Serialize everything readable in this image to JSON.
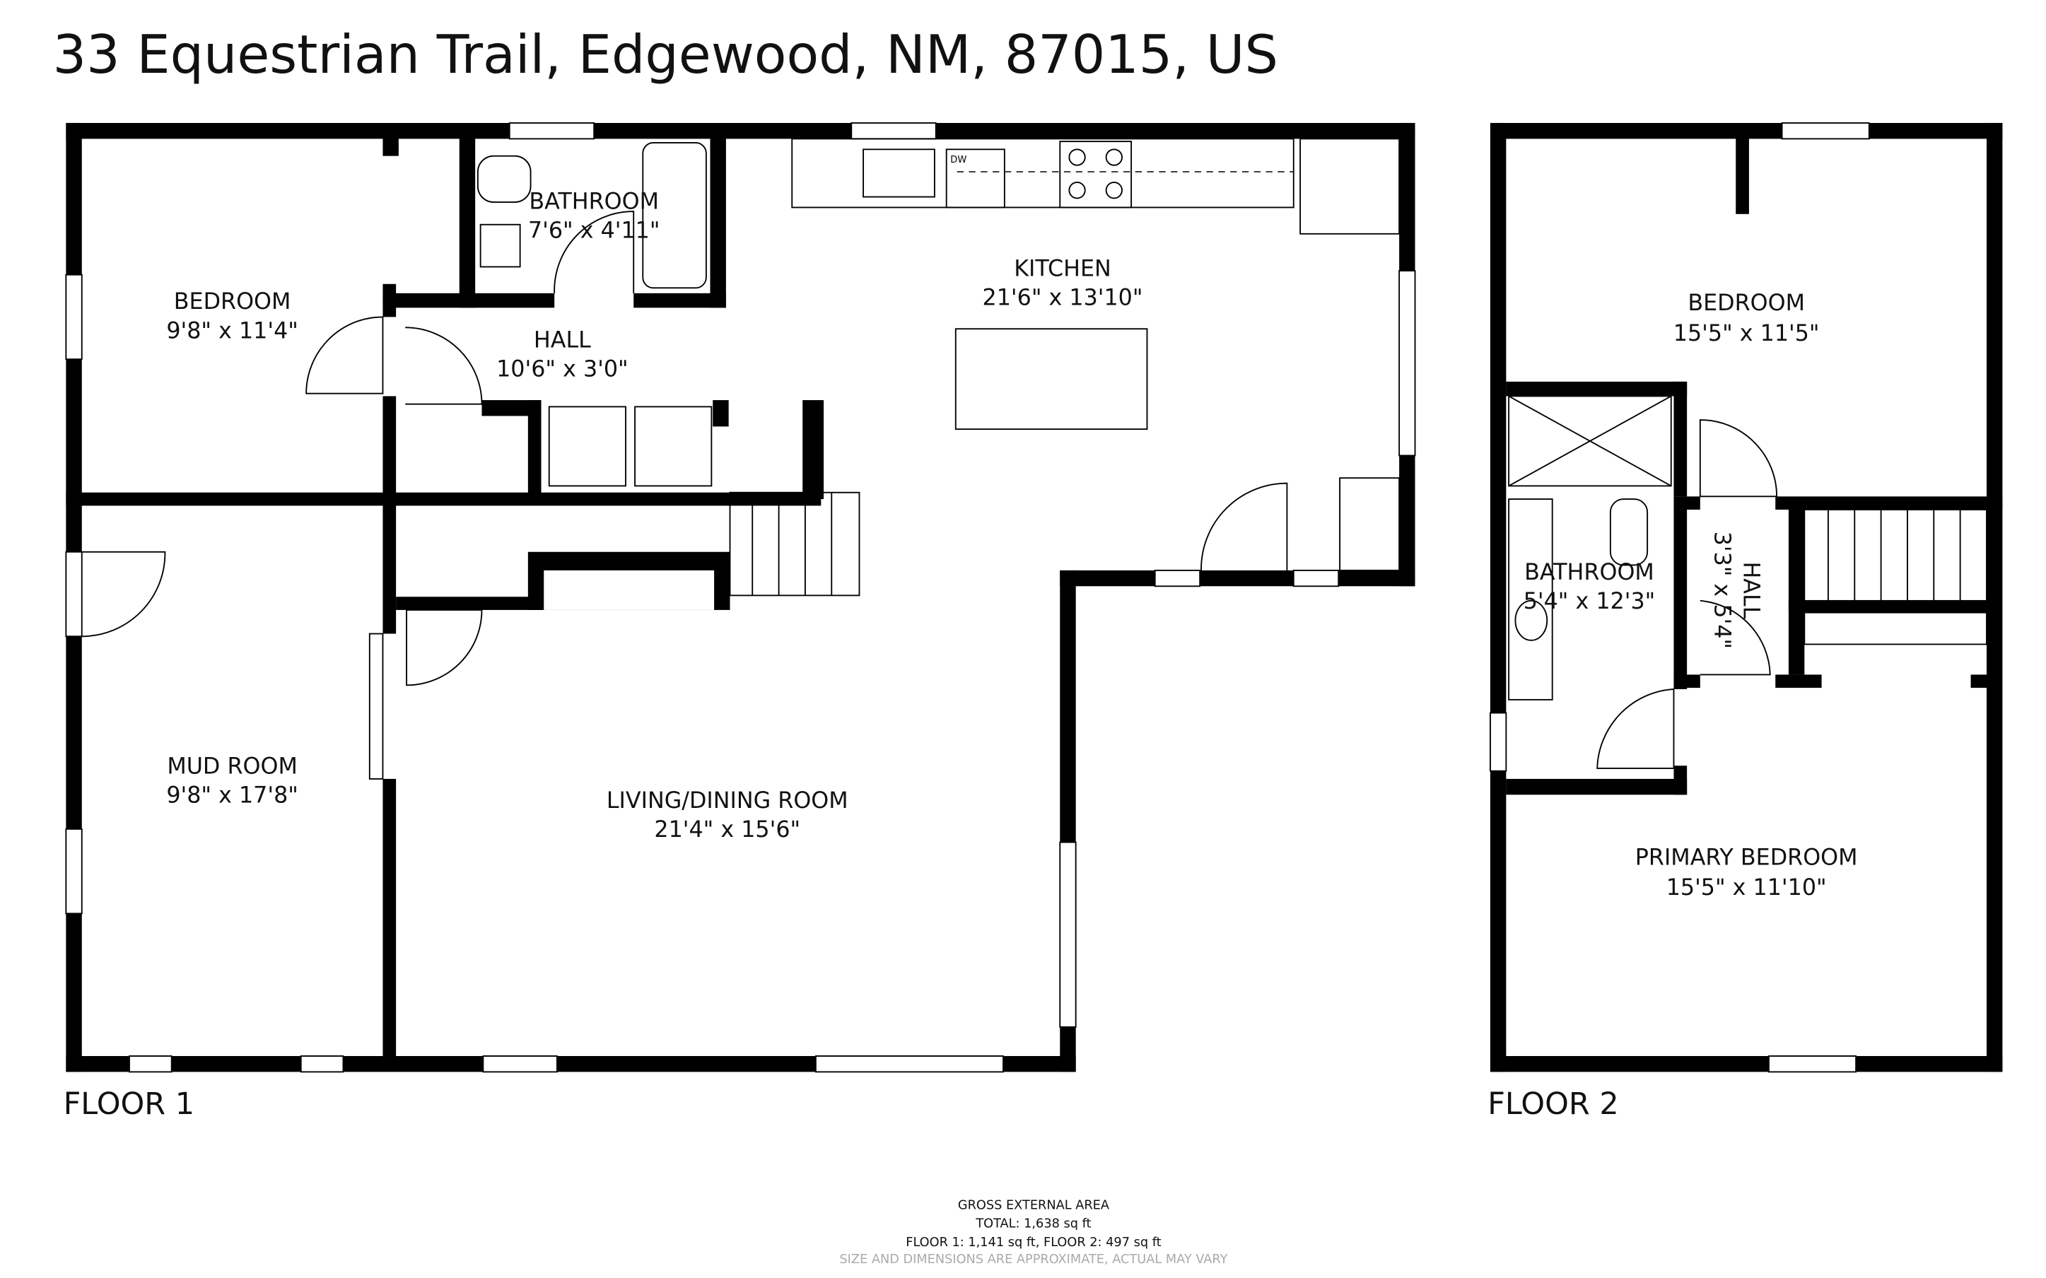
{
  "title": "33 Equestrian Trail, Edgewood, NM, 87015, US",
  "floor1": {
    "label": "FLOOR 1",
    "rooms": [
      {
        "name": "BEDROOM",
        "dims": "9'8\" x 11'4\""
      },
      {
        "name": "BATHROOM",
        "dims": "7'6\" x 4'11\""
      },
      {
        "name": "HALL",
        "dims": "10'6\" x 3'0\""
      },
      {
        "name": "KITCHEN",
        "dims": "21'6\" x 13'10\""
      },
      {
        "name": "MUD ROOM",
        "dims": "9'8\" x 17'8\""
      },
      {
        "name": "LIVING/DINING ROOM",
        "dims": "21'4\" x 15'6\""
      }
    ],
    "appliance_label": "DW"
  },
  "floor2": {
    "label": "FLOOR 2",
    "rooms": [
      {
        "name": "BEDROOM",
        "dims": "15'5\" x 11'5\""
      },
      {
        "name": "BATHROOM",
        "dims": "5'4\" x 12'3\""
      },
      {
        "name": "HALL",
        "dims": "3'3\" x 5'4\""
      },
      {
        "name": "PRIMARY BEDROOM",
        "dims": "15'5\" x 11'10\""
      }
    ]
  },
  "footer": {
    "heading": "GROSS EXTERNAL AREA",
    "total": "TOTAL: 1,638 sq ft",
    "floors": "FLOOR 1: 1,141 sq ft, FLOOR 2: 497 sq ft",
    "disclaimer": "SIZE AND DIMENSIONS ARE APPROXIMATE, ACTUAL MAY VARY"
  }
}
